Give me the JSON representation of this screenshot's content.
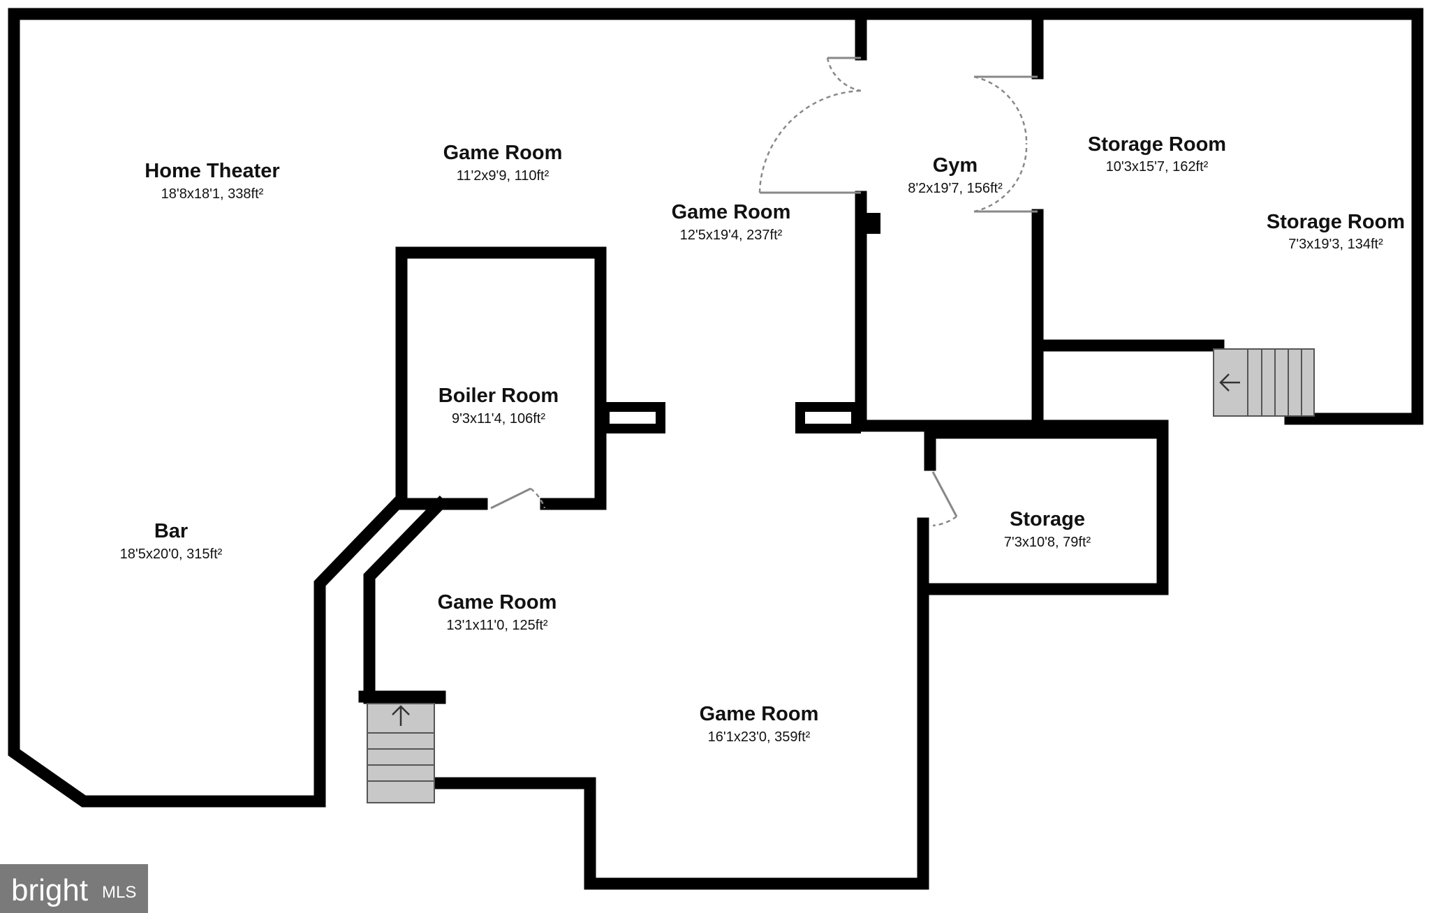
{
  "colors": {
    "wall": "#000000",
    "background": "#ffffff",
    "stairs": "#c8c8c8",
    "door_swing": "#888888",
    "logo_bg": "#7a7a7a"
  },
  "rooms": {
    "home_theater": {
      "name": "Home Theater",
      "dims": "18'8x18'1, 338ft²"
    },
    "game_room_top": {
      "name": "Game Room",
      "dims": "11'2x9'9, 110ft²"
    },
    "game_room_mid": {
      "name": "Game Room",
      "dims": "12'5x19'4, 237ft²"
    },
    "gym": {
      "name": "Gym",
      "dims": "8'2x19'7, 156ft²"
    },
    "storage_room_a": {
      "name": "Storage Room",
      "dims": "10'3x15'7, 162ft²"
    },
    "storage_room_b": {
      "name": "Storage Room",
      "dims": "7'3x19'3, 134ft²"
    },
    "boiler_room": {
      "name": "Boiler Room",
      "dims": "9'3x11'4, 106ft²"
    },
    "bar": {
      "name": "Bar",
      "dims": "18'5x20'0, 315ft²"
    },
    "storage": {
      "name": "Storage",
      "dims": "7'3x10'8, 79ft²"
    },
    "game_room_left": {
      "name": "Game Room",
      "dims": "13'1x11'0, 125ft²"
    },
    "game_room_main": {
      "name": "Game Room",
      "dims": "16'1x23'0, 359ft²"
    }
  },
  "stairs": {
    "left": {
      "icon": "arrow-up-icon"
    },
    "right": {
      "icon": "arrow-left-icon"
    }
  },
  "logo": {
    "brand": "bright",
    "suffix": "MLS"
  }
}
